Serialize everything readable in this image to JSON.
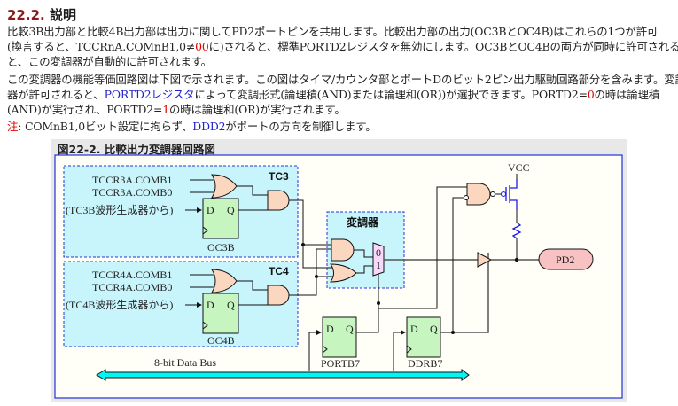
{
  "section": {
    "number": "22.2.",
    "title": "説明"
  },
  "paragraph1": {
    "line1": "比較3B出力部と比較4B出力部は出力に関してPD2ポートピンを共用します。比較出力部の出力(OC3BとOC4B)はこれらの1つが許可",
    "line2_a": "(換言すると、TCCRnA.COMnB1,0≠",
    "line2_red": "00",
    "line2_b": "に)されると、標準PORTD2レジスタを無効にします。OC3BとOC4Bの両方が同時に許可される",
    "line3": "と、この変調器が自動的に許可されます。"
  },
  "paragraph2": {
    "line1": "この変調器の機能等価回路図は下図で示されます。この図はタイマ/カウンタ部とポートDのビット2ピン出力駆動回路部分を含みます。変調",
    "line2_a": "器が許可されると、",
    "line2_blue": "PORTD2レジスタ",
    "line2_b": "によって変調形式(論理積(AND)または論理和(OR))が選択できます。PORTD2=",
    "line2_red": "0",
    "line2_c": "の時は論理積",
    "line3_a": "(AND)が実行され、PORTD2=",
    "line3_red": "1",
    "line3_b": "の時は論理和(OR)が実行されます。"
  },
  "note": {
    "label": "注",
    "text_a": ": COMnB1,0ビット設定に拘らず、",
    "text_blue": "DDD2",
    "text_b": "がポートの方向を制御します。"
  },
  "figure": {
    "title": "図22-2. 比較出力変調器回路図",
    "tc3": {
      "label": "TC3",
      "input1": "TCCR3A.COMB1",
      "input0": "TCCR3A.COMB0",
      "waveform_input": "(TC3B波形生成器から)",
      "ff_d": "D",
      "ff_q": "Q",
      "ff_name": "OC3B"
    },
    "tc4": {
      "label": "TC4",
      "input1": "TCCR4A.COMB1",
      "input0": "TCCR4A.COMB0",
      "waveform_input": "(TC4B波形生成器から)",
      "ff_d": "D",
      "ff_q": "Q",
      "ff_name": "OC4B"
    },
    "modulator": {
      "label": "変調器",
      "mux_in0": "0",
      "mux_in1": "1"
    },
    "vcc_label": "VCC",
    "pin_label": "PD2",
    "portb7": {
      "d": "D",
      "q": "Q",
      "name": "PORTB7"
    },
    "ddrb7": {
      "d": "D",
      "q": "Q",
      "name": "DDRB7"
    },
    "bus_label": "8-bit Data Bus",
    "colors": {
      "timer_region": "#c8f4fc",
      "region_border": "#2233dd",
      "gate_fill": "#fcd7bf",
      "flipflop_fill": "#c6f5c0",
      "pin_fill": "#f9c2c2",
      "mux_fill": "#f8d8f8",
      "bus_fill": "#00f5f5",
      "transistor": "#1a1aee",
      "canvas_bg": "#fffff8"
    }
  }
}
